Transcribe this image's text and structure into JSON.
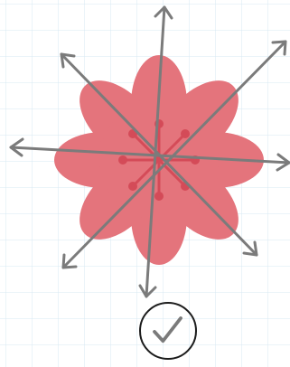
{
  "puzzle": {
    "symmetry_lines": 4,
    "arrow_count": 8,
    "petal_count": 8
  },
  "colors": {
    "background": "#ffffff",
    "grid": "#d7e8f3",
    "petal": "#e4747c",
    "petal_center": "#d44b58",
    "arrow": "#7b7b7b",
    "check_border": "#1c1c1c",
    "check_mark": "#7a7a7a"
  },
  "icons": {
    "submit": "check-icon",
    "arrow_head": "arrowhead-icon"
  }
}
